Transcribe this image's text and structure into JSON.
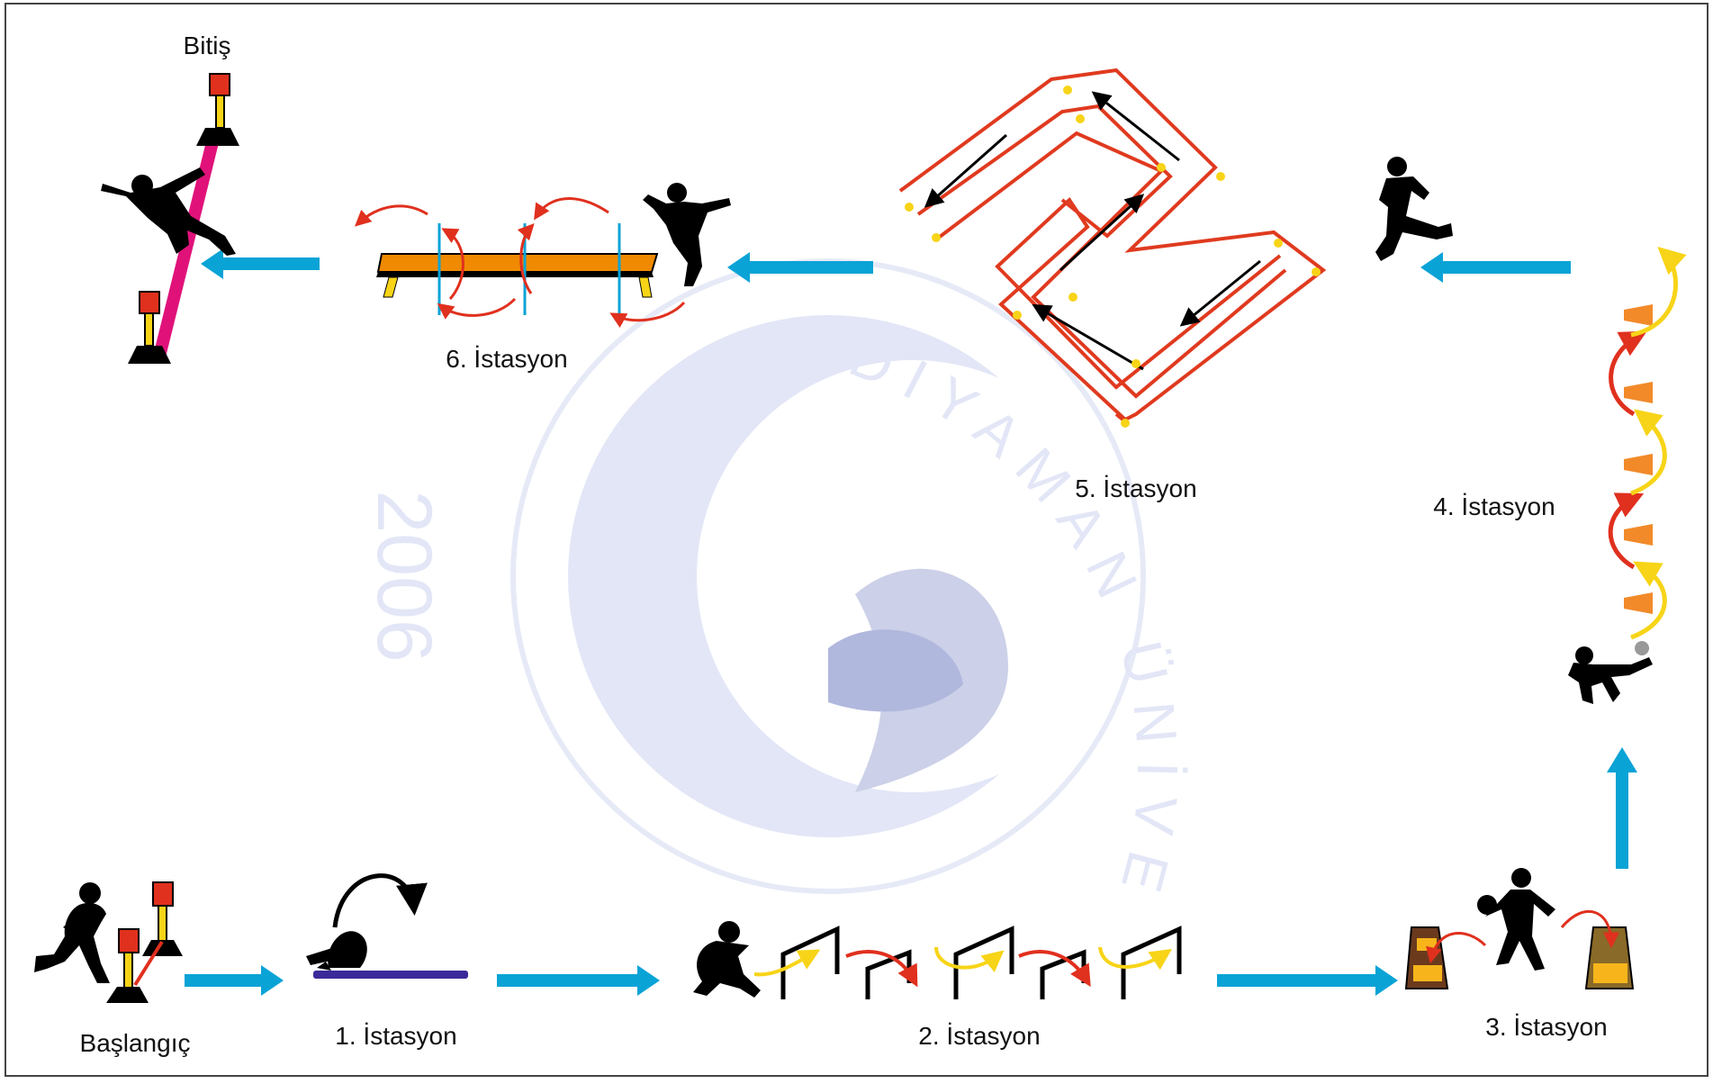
{
  "diagram": {
    "start_label": "Başlangıç",
    "finish_label": "Bitiş",
    "stations": [
      {
        "label": "1. İstasyon"
      },
      {
        "label": "2. İstasyon"
      },
      {
        "label": "3. İstasyon"
      },
      {
        "label": "4. İstasyon"
      },
      {
        "label": "5. İstasyon"
      },
      {
        "label": "6. İstasyon"
      }
    ]
  },
  "watermark": {
    "text_arc": "ADIYAMAN ÜNİVERSİTESİ",
    "year": "2006"
  },
  "colors": {
    "flow_arrow": "#0aa3d6",
    "red": "#e0301e",
    "yellow": "#f7d417",
    "orange": "#f08a00",
    "magenta": "#e0127a",
    "mat": "#3a2a99",
    "zigzag": "#e03a1f",
    "watermark": "#dfe4f6",
    "cone": "#f28a2a",
    "silhouette": "#000000"
  },
  "icons": [
    "runner-icon",
    "forward-roll-icon",
    "crouch-icon",
    "hurdle-icon",
    "basketball-player-icon",
    "box-icon",
    "cone-icon",
    "soccer-kick-icon",
    "sprinter-icon",
    "jumper-icon",
    "balance-beam-icon",
    "flag-pole-icon",
    "high-jumper-icon"
  ]
}
